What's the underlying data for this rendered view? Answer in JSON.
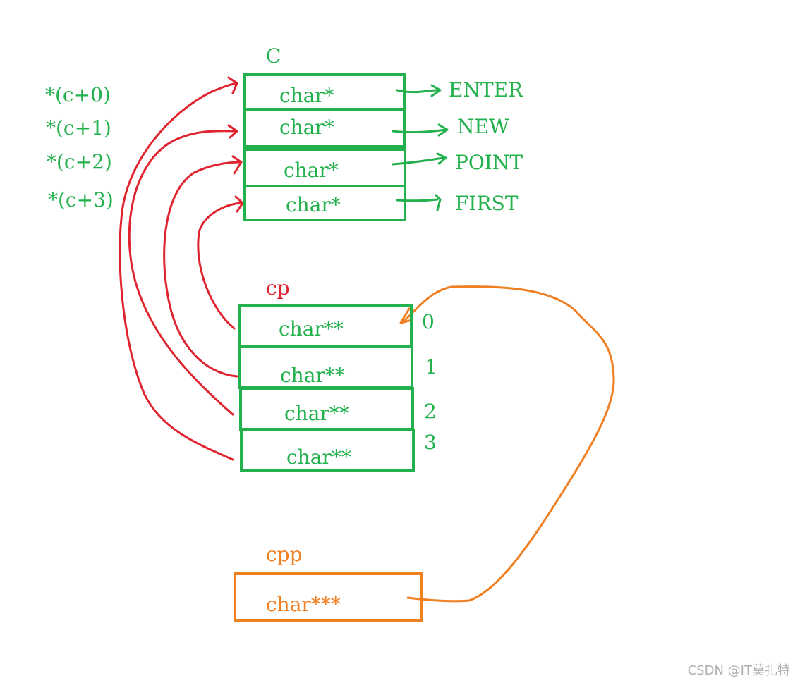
{
  "c_array": {
    "name": "C",
    "cells": [
      "char*",
      "char*",
      "char*",
      "char*"
    ],
    "targets": [
      "ENTER",
      "NEW",
      "POINT",
      "FIRST"
    ],
    "expressions": [
      "*(c+0)",
      "*(c+1)",
      "*(c+2)",
      "*(c+3)"
    ]
  },
  "cp_array": {
    "name": "cp",
    "cells": [
      "char**",
      "char**",
      "char**",
      "char**"
    ],
    "indices": [
      "0",
      "1",
      "2",
      "3"
    ]
  },
  "cpp_var": {
    "name": "cpp",
    "cell": "char***"
  },
  "colors": {
    "c_array": "#22b14c",
    "cp_pointers": "#e0242f",
    "cpp": "#f07f22"
  },
  "watermark": "CSDN @IT莫扎特"
}
